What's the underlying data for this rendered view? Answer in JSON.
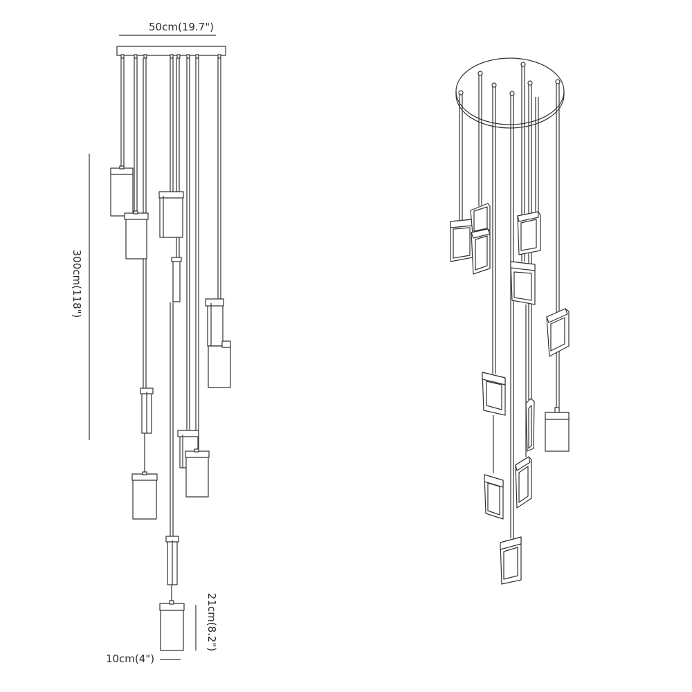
{
  "dimensions": {
    "width_label": "50cm(19.7\")",
    "height_label": "300cm(118\")",
    "pendant_height_label": "21cm(8.2\")",
    "pendant_width_label": "10cm(4\")"
  },
  "colors": {
    "stroke": "#333333",
    "fill": "#ffffff",
    "text": "#2a2a2a"
  }
}
